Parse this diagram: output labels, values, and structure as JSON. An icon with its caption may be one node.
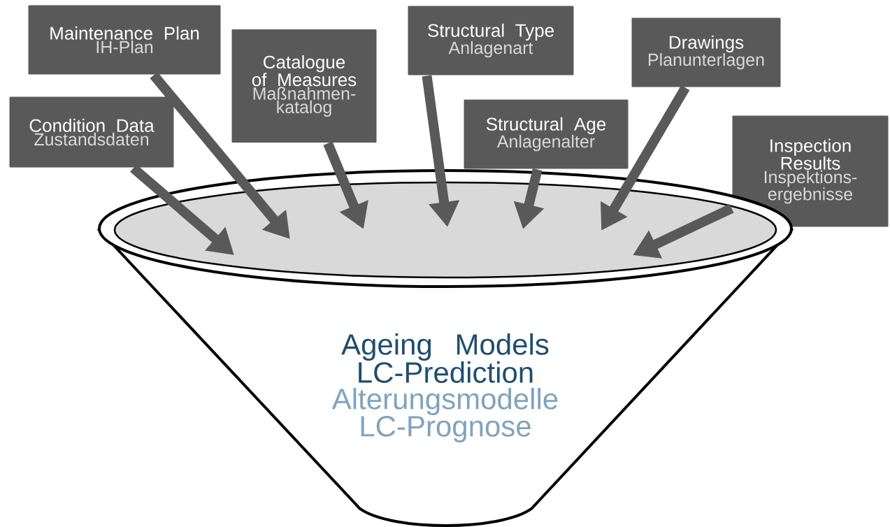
{
  "diagram": {
    "nodes": [
      {
        "text": [
          "Condition Data",
          "Zustandsdaten"
        ]
      },
      {
        "text": [
          "Maintenance Plan",
          "IH-Plan"
        ]
      },
      {
        "text": [
          "Catalogue of Measures",
          "Maßnahmen- katalog"
        ]
      },
      {
        "text": [
          "Structural Type",
          "Anlagenart"
        ]
      },
      {
        "text": [
          "Structural Age",
          "Anlagenalter"
        ]
      },
      {
        "text": [
          "Drawings",
          "Planunterlagen"
        ]
      },
      {
        "text": [
          "Inspection Results",
          "Inspektions- ergebnisse"
        ]
      },
      {
        "text": [
          "Ageing Models LC-Prediction",
          "Alterungsmodelle LC-Prognose"
        ]
      }
    ],
    "edges": [
      {
        "from": 0,
        "to": 7,
        "arrow": "to"
      },
      {
        "from": 1,
        "to": 7,
        "arrow": "to"
      },
      {
        "from": 2,
        "to": 7,
        "arrow": "to"
      },
      {
        "from": 3,
        "to": 7,
        "arrow": "to"
      },
      {
        "from": 4,
        "to": 7,
        "arrow": "to"
      },
      {
        "from": 5,
        "to": 7,
        "arrow": "to"
      },
      {
        "from": 6,
        "to": 7,
        "arrow": "to"
      }
    ]
  }
}
